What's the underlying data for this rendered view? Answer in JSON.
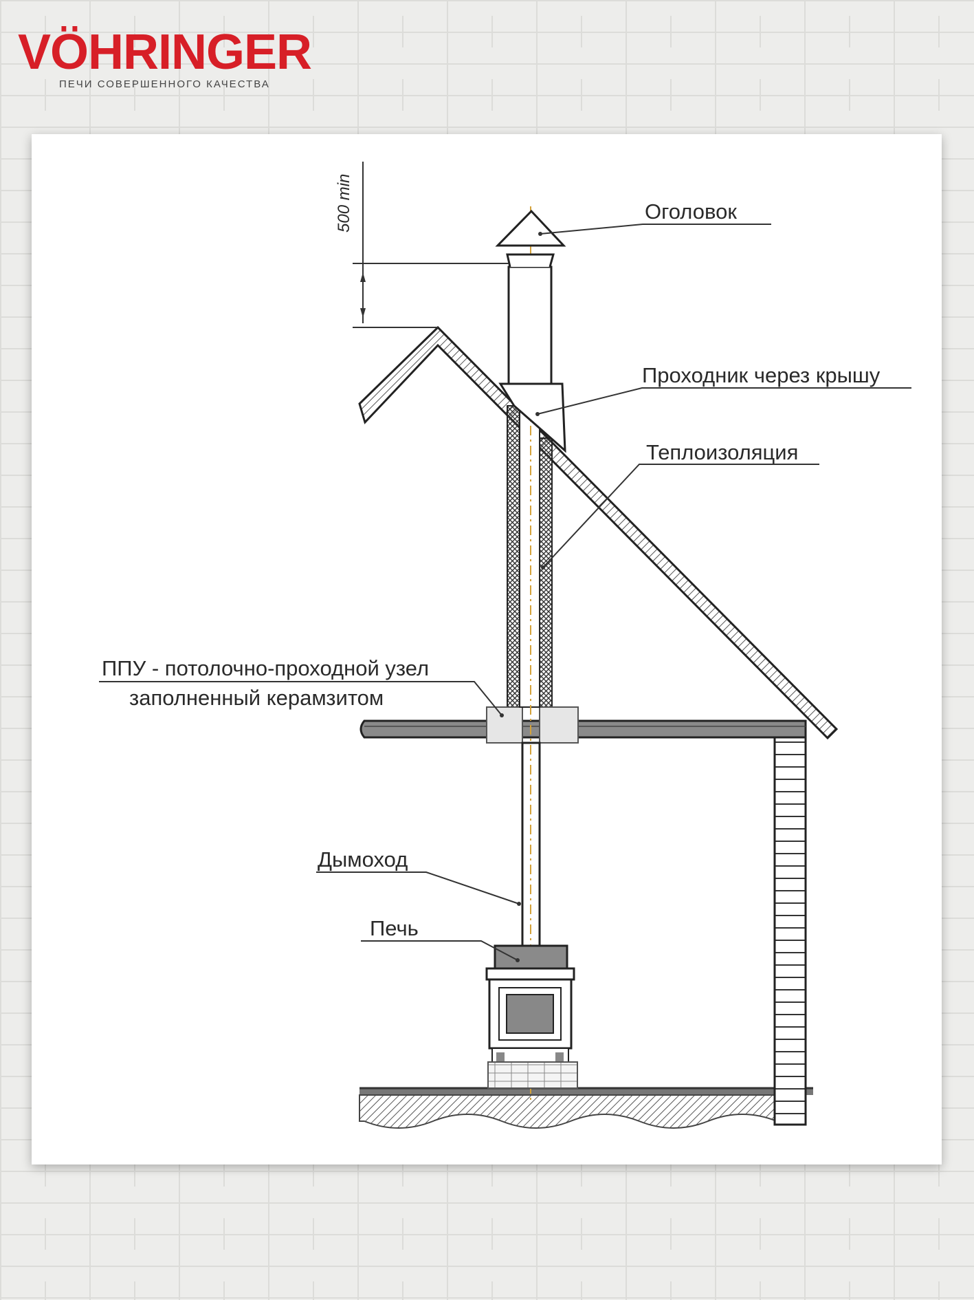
{
  "brand": {
    "name": "VÖHRINGER",
    "tagline": "ПЕЧИ СОВЕРШЕННОГО КАЧЕСТВА",
    "color": "#d71f27"
  },
  "diagram": {
    "dimension_label": "500 min",
    "labels": {
      "cap": "Оголовок",
      "roof_pass": "Проходник через крышу",
      "insulation": "Теплоизоляция",
      "ppu_line1": "ППУ - потолочно-проходной узел",
      "ppu_line2": "заполненный керамзитом",
      "chimney": "Дымоход",
      "stove": "Печь"
    }
  }
}
